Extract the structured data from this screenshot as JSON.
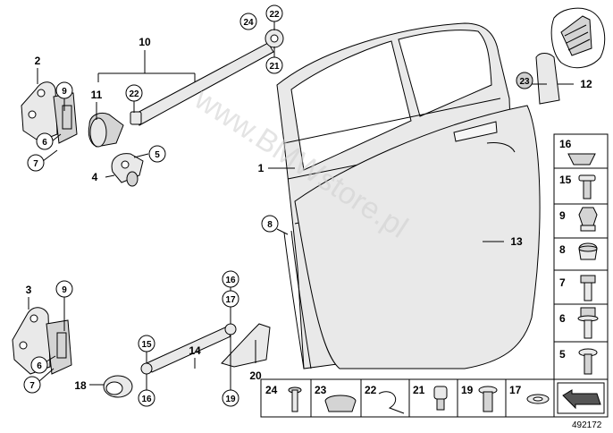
{
  "callouts": {
    "c1": "1",
    "c2": "2",
    "c3": "3",
    "c4": "4",
    "c5": "5",
    "c6a": "6",
    "c6b": "6",
    "c7a": "7",
    "c7b": "7",
    "c8": "8",
    "c9a": "9",
    "c9b": "9",
    "c10": "10",
    "c11": "11",
    "c12": "12",
    "c13": "13",
    "c14": "14",
    "c15": "15",
    "c16a": "16",
    "c16b": "16",
    "c17": "17",
    "c18": "18",
    "c19": "19",
    "c20": "20",
    "c21": "21",
    "c22a": "22",
    "c22b": "22",
    "c23": "23",
    "c24": "24"
  },
  "side_panel": [
    "16",
    "15",
    "9",
    "8",
    "7",
    "6",
    "5"
  ],
  "bottom_strip": [
    "24",
    "23",
    "22",
    "21",
    "19",
    "17"
  ],
  "watermark": "www.BMWstore.pl",
  "diagram_number": "492172"
}
